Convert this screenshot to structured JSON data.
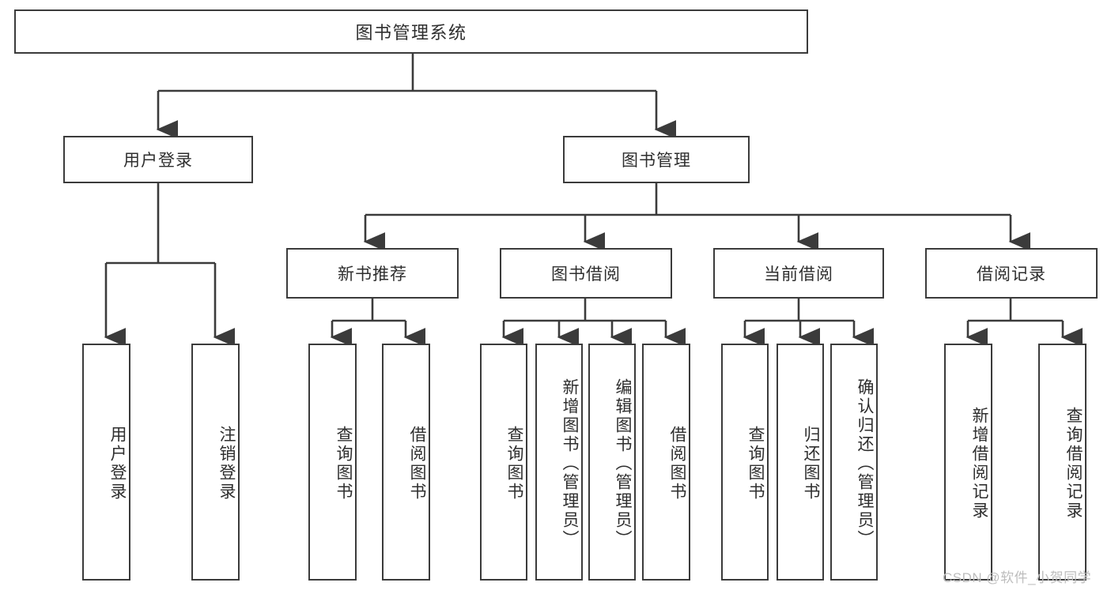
{
  "diagram": {
    "title": "图书管理系统",
    "type": "tree-hierarchy",
    "colors": {
      "background": "#ffffff",
      "stroke": "#3b3b3b",
      "text": "#2e2e2e",
      "watermark": "#bdbdbd"
    },
    "root": {
      "label": "图书管理系统"
    },
    "level2": [
      {
        "label": "用户登录"
      },
      {
        "label": "图书管理"
      }
    ],
    "level3": [
      {
        "label": "新书推荐"
      },
      {
        "label": "图书借阅"
      },
      {
        "label": "当前借阅"
      },
      {
        "label": "借阅记录"
      }
    ],
    "leaves": {
      "user_login": [
        {
          "label": "用户登录"
        },
        {
          "label": "注销登录"
        }
      ],
      "new_book_recommend": [
        {
          "label": "查询图书"
        },
        {
          "label": "借阅图书"
        }
      ],
      "book_borrow": [
        {
          "label": "查询图书"
        },
        {
          "label": "新增图书（管理员）"
        },
        {
          "label": "编辑图书（管理员）"
        },
        {
          "label": "借阅图书"
        }
      ],
      "current_borrow": [
        {
          "label": "查询图书"
        },
        {
          "label": "归还图书"
        },
        {
          "label": "确认归还（管理员）"
        }
      ],
      "borrow_record": [
        {
          "label": "新增借阅记录"
        },
        {
          "label": "查询借阅记录"
        }
      ]
    },
    "watermark": "CSDN @软件_小贺同学"
  }
}
